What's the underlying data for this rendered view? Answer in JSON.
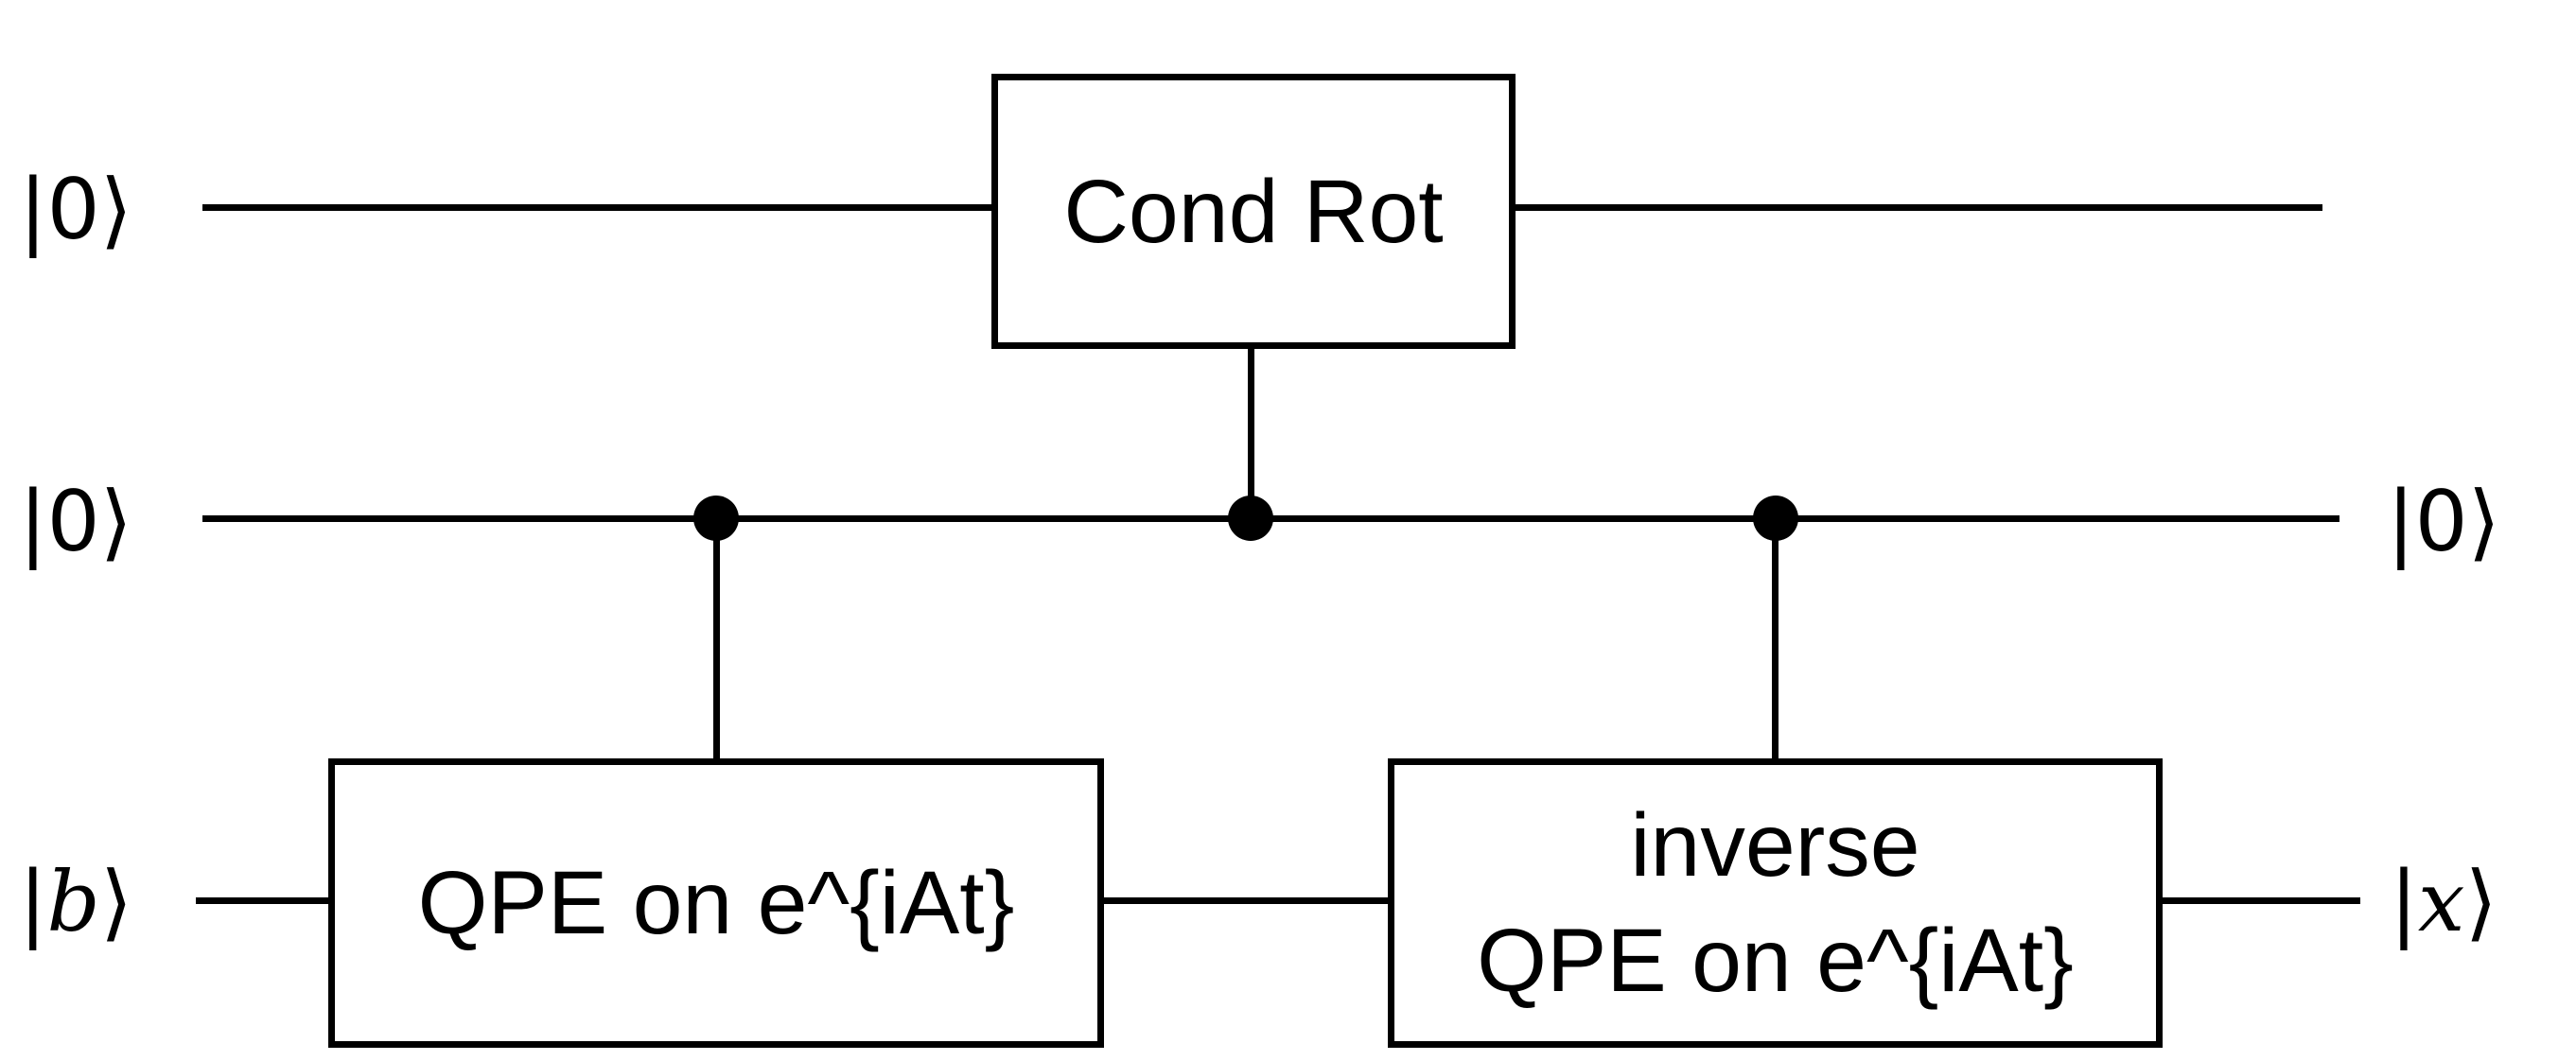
{
  "diagram": {
    "type": "quantum-circuit",
    "colors": {
      "ink": "#000000",
      "background": "#ffffff"
    },
    "kets": {
      "top_left": {
        "open": "|",
        "symbol": "0",
        "close": "⟩"
      },
      "middle_left": {
        "open": "|",
        "symbol": "0",
        "close": "⟩"
      },
      "middle_right": {
        "open": "|",
        "symbol": "0",
        "close": "⟩"
      },
      "bottom_left": {
        "open": "|",
        "symbol": "b",
        "close": "⟩"
      },
      "bottom_right": {
        "open": "|",
        "symbol": "x",
        "close": "⟩"
      }
    },
    "gates": {
      "cond_rot": {
        "line1": "Cond Rot"
      },
      "qpe": {
        "line1": "QPE on e^{iAt}"
      },
      "inverse_qpe": {
        "line1": "inverse",
        "line2": "QPE on e^{iAt}"
      }
    }
  }
}
